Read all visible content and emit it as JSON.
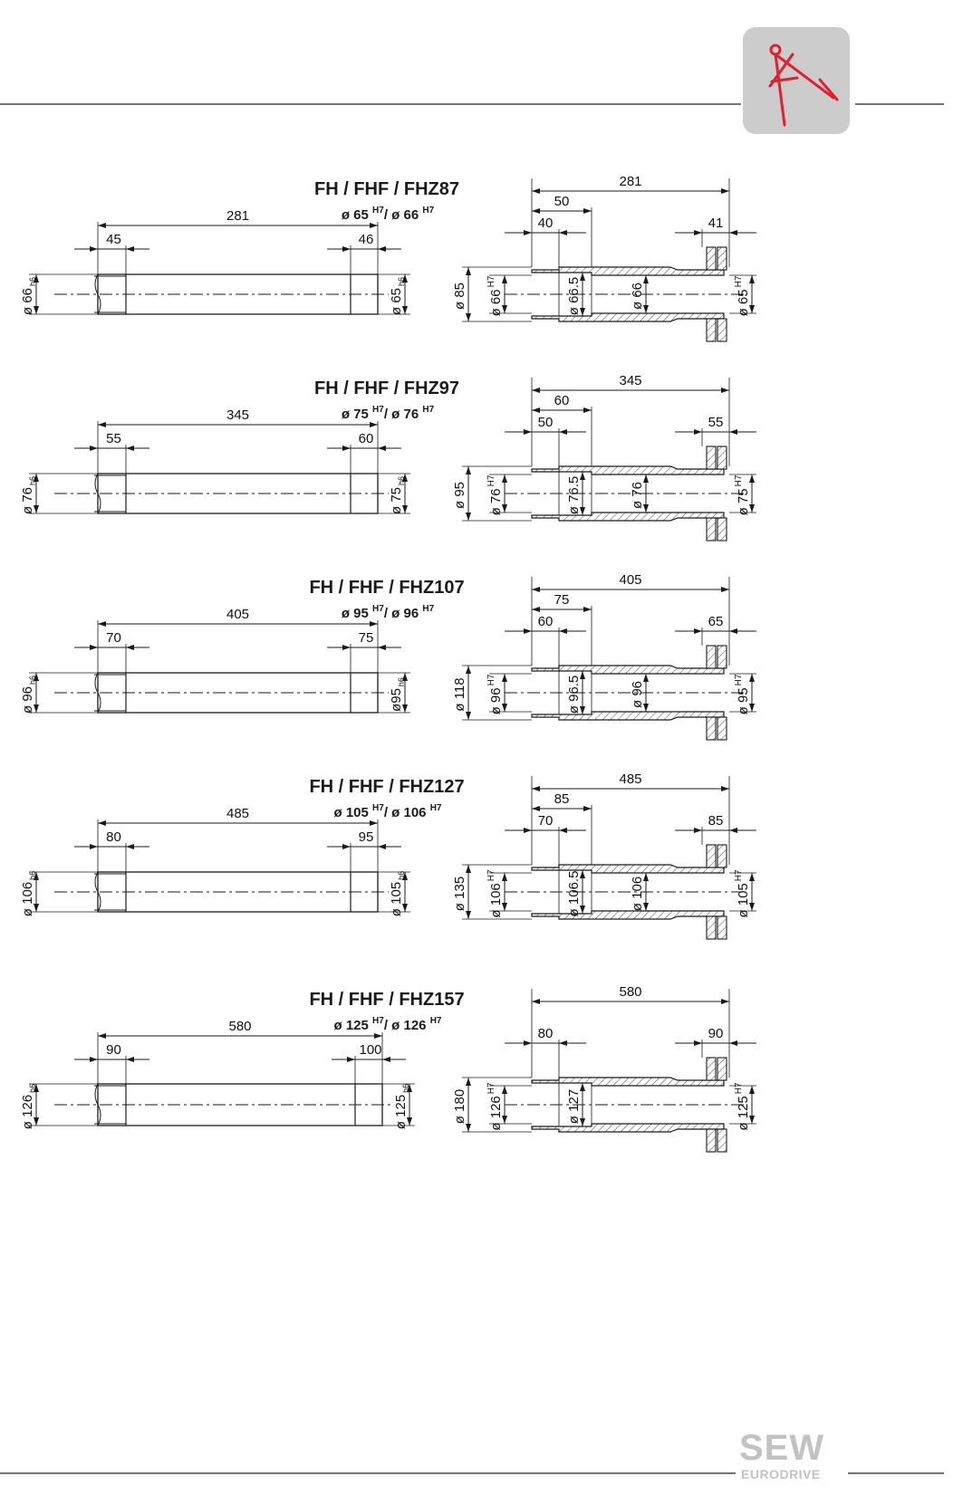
{
  "header": {
    "icon": "compass-divider-icon",
    "icon_bg": "#cccccc",
    "icon_color": "#e0202e"
  },
  "brand": {
    "line1": "SEW",
    "line2": "EURODRIVE",
    "color": "#c2c2c2"
  },
  "sections": [
    {
      "title": "FH / FHF / FHZ87",
      "subtitle": {
        "d1": "ø 65",
        "t1": "H7",
        "d2": "ø 66",
        "t2": "H7"
      },
      "pin": {
        "total": "281",
        "left": "45",
        "right": "46",
        "d_left": "ø 66",
        "tol_left": "h6",
        "d_right": "ø 65",
        "tol_right": "h6"
      },
      "bush": {
        "total": "281",
        "mid": "50",
        "left": "40",
        "right": "41",
        "d_outer": "ø 85",
        "d_bore": "ø 66",
        "tol_bore": "H7",
        "d_step": "ø 66.5",
        "d_mid": "ø 66",
        "d_right": "ø 65",
        "tol_right": "H7"
      }
    },
    {
      "title": "FH / FHF / FHZ97",
      "subtitle": {
        "d1": "ø 75",
        "t1": "H7",
        "d2": "ø 76",
        "t2": "H7"
      },
      "pin": {
        "total": "345",
        "left": "55",
        "right": "60",
        "d_left": "ø 76",
        "tol_left": "h6",
        "d_right": "ø 75",
        "tol_right": "h6"
      },
      "bush": {
        "total": "345",
        "mid": "60",
        "left": "50",
        "right": "55",
        "d_outer": "ø 95",
        "d_bore": "ø 76",
        "tol_bore": "H7",
        "d_step": "ø 76.5",
        "d_mid": "ø 76",
        "d_right": "ø 75",
        "tol_right": "H7"
      }
    },
    {
      "title": "FH / FHF / FHZ107",
      "subtitle": {
        "d1": "ø 95",
        "t1": "H7",
        "d2": "ø 96",
        "t2": "H7"
      },
      "pin": {
        "total": "405",
        "left": "70",
        "right": "75",
        "d_left": "ø 96",
        "tol_left": "h6",
        "d_right": "ø95",
        "tol_right": "h6"
      },
      "bush": {
        "total": "405",
        "mid": "75",
        "left": "60",
        "right": "65",
        "d_outer": "ø 118",
        "d_bore": "ø 96",
        "tol_bore": "H7",
        "d_step": "ø 96.5",
        "d_mid": "ø 96",
        "d_right": "ø 95",
        "tol_right": "H7"
      }
    },
    {
      "title": "FH / FHF / FHZ127",
      "subtitle": {
        "d1": "ø 105",
        "t1": "H7",
        "d2": "ø 106",
        "t2": "H7"
      },
      "pin": {
        "total": "485",
        "left": "80",
        "right": "95",
        "d_left": "ø 106",
        "tol_left": "h6",
        "d_right": "ø 105",
        "tol_right": "h6"
      },
      "bush": {
        "total": "485",
        "mid": "85",
        "left": "70",
        "right": "85",
        "d_outer": "ø 135",
        "d_bore": "ø 106",
        "tol_bore": "H7",
        "d_step": "ø 106.5",
        "d_mid": "ø 106",
        "d_right": "ø 105",
        "tol_right": "H7"
      }
    },
    {
      "title": "FH / FHF / FHZ157",
      "subtitle": {
        "d1": "ø 125",
        "t1": "H7",
        "d2": "ø 126",
        "t2": "H7"
      },
      "pin": {
        "total": "580",
        "left": "90",
        "right": "100",
        "d_left": "ø 126",
        "tol_left": "h6",
        "d_right": "ø 125",
        "tol_right": "h6"
      },
      "bush": {
        "total": "580",
        "mid": "",
        "left": "80",
        "right": "90",
        "d_outer": "ø 180",
        "d_bore": "ø 126",
        "tol_bore": "H7",
        "d_step": "ø 127",
        "d_mid": "",
        "d_right": "ø 125",
        "tol_right": "H7"
      }
    }
  ]
}
